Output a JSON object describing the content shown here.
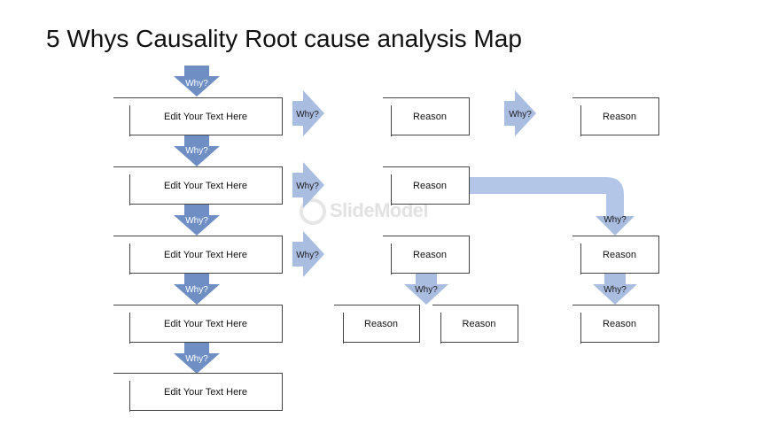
{
  "title": "5 Whys Causality Root cause analysis Map",
  "watermark": "SlideModel",
  "why_label": "Why?",
  "edit_boxes": [
    "Edit Your Text  Here",
    "Edit Your Text  Here",
    "Edit Your Text  Here",
    "Edit Your Text  Here",
    "Edit Your Text  Here"
  ],
  "reasons": {
    "row1_mid": "Reason",
    "row1_right": "Reason",
    "row2_mid": "Reason",
    "row3_mid": "Reason",
    "row3_right": "Reason",
    "row4_left": "Reason",
    "row4_mid": "Reason",
    "row4_right": "Reason"
  },
  "colors": {
    "dark_arrow": "#6f8fc4",
    "light_arrow": "#a9bde0",
    "connector": "#b3c6e7"
  }
}
